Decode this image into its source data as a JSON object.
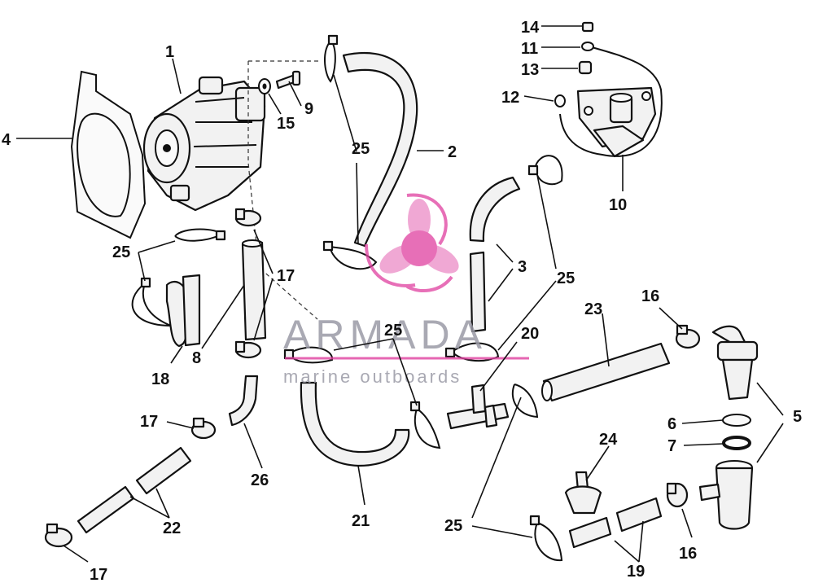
{
  "watermark": {
    "brand": "ARMADA",
    "tagline": "marine outboards",
    "color": "#e040a0"
  },
  "callouts": {
    "c1": "1",
    "c2": "2",
    "c3": "3",
    "c4": "4",
    "c5": "5",
    "c6": "6",
    "c7": "7",
    "c8": "8",
    "c9": "9",
    "c10": "10",
    "c11": "11",
    "c12": "12",
    "c13": "13",
    "c14": "14",
    "c15": "15",
    "c16a": "16",
    "c16b": "16",
    "c17a": "17",
    "c17b": "17",
    "c17c": "17",
    "c18": "18",
    "c19": "19",
    "c20": "20",
    "c21": "21",
    "c22": "22",
    "c23": "23",
    "c24": "24",
    "c25a": "25",
    "c25b": "25",
    "c25c": "25",
    "c25d": "25",
    "c25e": "25",
    "c26": "26"
  }
}
